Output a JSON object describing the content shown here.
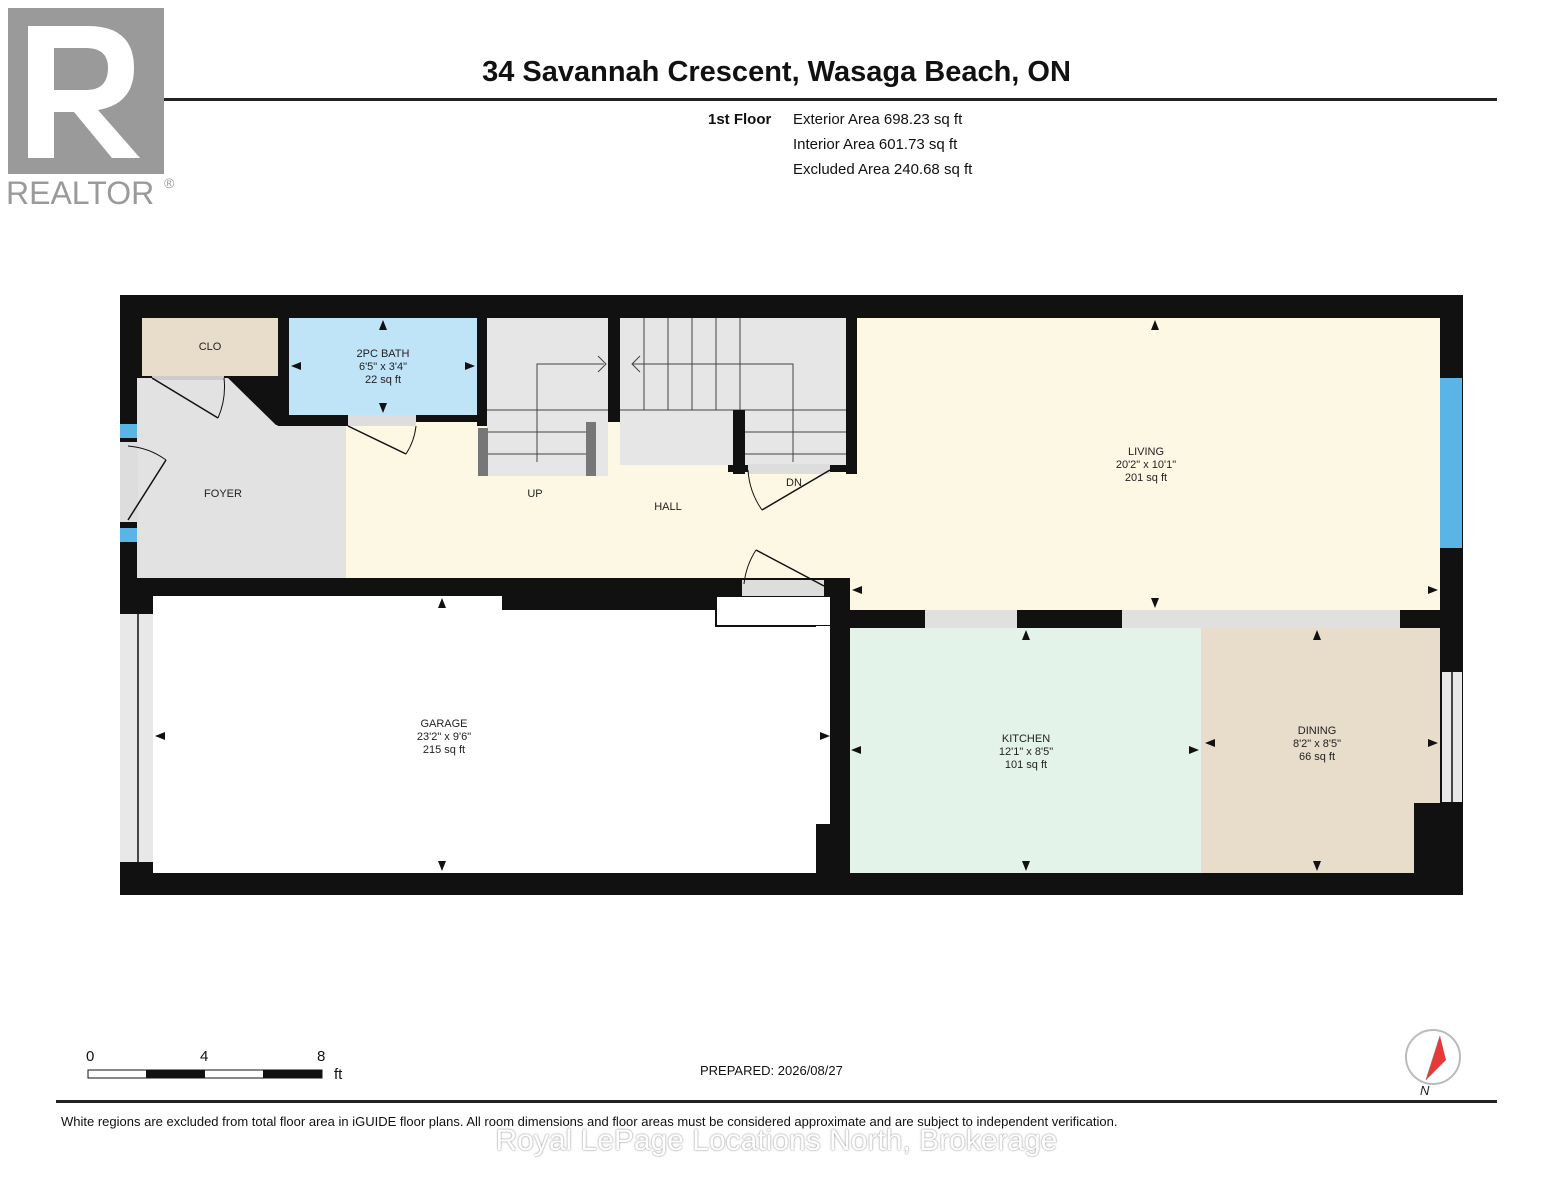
{
  "header": {
    "title": "34 Savannah Crescent, Wasaga Beach, ON",
    "floor_label": "1st Floor",
    "areas": [
      "Exterior Area 698.23 sq ft",
      "Interior Area 601.73 sq ft",
      "Excluded Area 240.68 sq ft"
    ]
  },
  "logo": {
    "text": "REALTOR",
    "registered": "®"
  },
  "rooms": {
    "clo": {
      "name": "CLO"
    },
    "bath": {
      "name": "2PC BATH",
      "dims": "6'5\" x 3'4\"",
      "area": "22 sq ft"
    },
    "foyer": {
      "name": "FOYER"
    },
    "hall": {
      "name": "HALL"
    },
    "up": {
      "name": "UP"
    },
    "dn": {
      "name": "DN"
    },
    "living": {
      "name": "LIVING",
      "dims": "20'2\" x 10'1\"",
      "area": "201 sq ft"
    },
    "garage": {
      "name": "GARAGE",
      "dims": "23'2\" x 9'6\"",
      "area": "215 sq ft"
    },
    "kitchen": {
      "name": "KITCHEN",
      "dims": "12'1\" x 8'5\"",
      "area": "101 sq ft"
    },
    "dining": {
      "name": "DINING",
      "dims": "8'2\" x 8'5\"",
      "area": "66 sq ft"
    }
  },
  "colors": {
    "wall": "#111111",
    "clo": "#e8dccb",
    "bath": "#bfe3f7",
    "foyer": "#e2e2e2",
    "hall": "#fdf8e4",
    "living": "#fdf8e4",
    "stairs": "#e6e6e6",
    "kitchen": "#e4f3ea",
    "dining": "#e8dccb",
    "window": "#5ab4e5",
    "compass_needle": "#e63a3a"
  },
  "scale": {
    "ticks": [
      "0",
      "4",
      "8"
    ],
    "unit": "ft"
  },
  "compass": {
    "label": "N"
  },
  "footer": {
    "prepared": "PREPARED: 2026/08/27",
    "disclaimer": "White regions are excluded from total floor area in iGUIDE floor plans. All room dimensions and floor areas must be considered approximate and are subject to independent verification.",
    "watermark": "Royal LePage Locations North, Brokerage"
  }
}
